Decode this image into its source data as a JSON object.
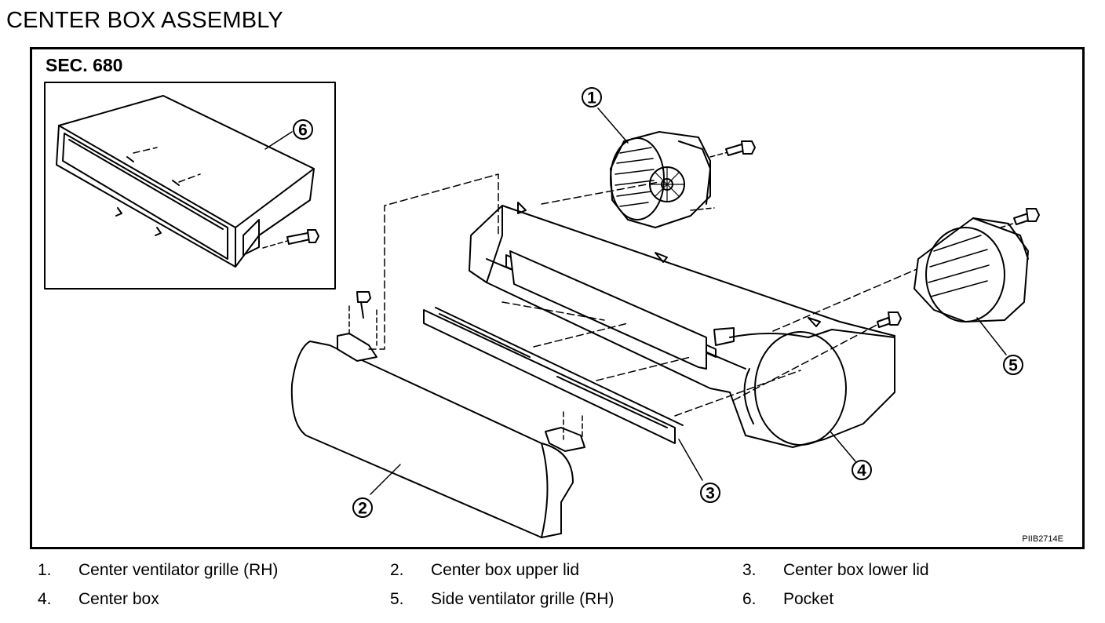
{
  "title": "CENTER BOX ASSEMBLY",
  "section": "SEC. 680",
  "figure_code": "PIIB2714E",
  "callouts": [
    "1",
    "2",
    "3",
    "4",
    "5",
    "6"
  ],
  "legend": [
    {
      "num": "1.",
      "label": "Center ventilator grille (RH)"
    },
    {
      "num": "2.",
      "label": "Center box upper lid"
    },
    {
      "num": "3.",
      "label": "Center box lower lid"
    },
    {
      "num": "4.",
      "label": "Center box"
    },
    {
      "num": "5.",
      "label": "Side ventilator grille (RH)"
    },
    {
      "num": "6.",
      "label": "Pocket"
    }
  ]
}
